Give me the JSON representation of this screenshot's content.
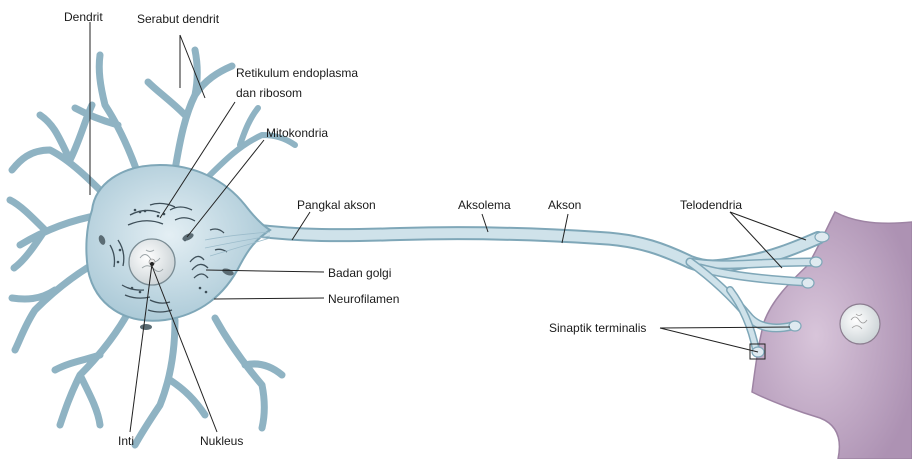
{
  "labels": {
    "dendrit": "Dendrit",
    "serabut_dendrit": "Serabut dendrit",
    "retikulum_line1": "Retikulum endoplasma",
    "retikulum_line2": "dan ribosom",
    "mitokondria": "Mitokondria",
    "pangkal_akson": "Pangkal akson",
    "aksolema": "Aksolema",
    "akson": "Akson",
    "telodendria": "Telodendria",
    "badan_golgi": "Badan golgi",
    "neurofilamen": "Neurofilamen",
    "sinaptik_terminalis": "Sinaptik terminalis",
    "inti": "Inti",
    "nukleus": "Nukleus"
  },
  "colors": {
    "cell_fill": "#c9dde6",
    "cell_stroke": "#7fa7b8",
    "organelle": "#3e4f59",
    "nucleus_fill": "#f1f1f1",
    "target_cell_fill": "#c6aec9",
    "target_cell_stroke": "#9e84a4",
    "leader_line": "#222222"
  }
}
